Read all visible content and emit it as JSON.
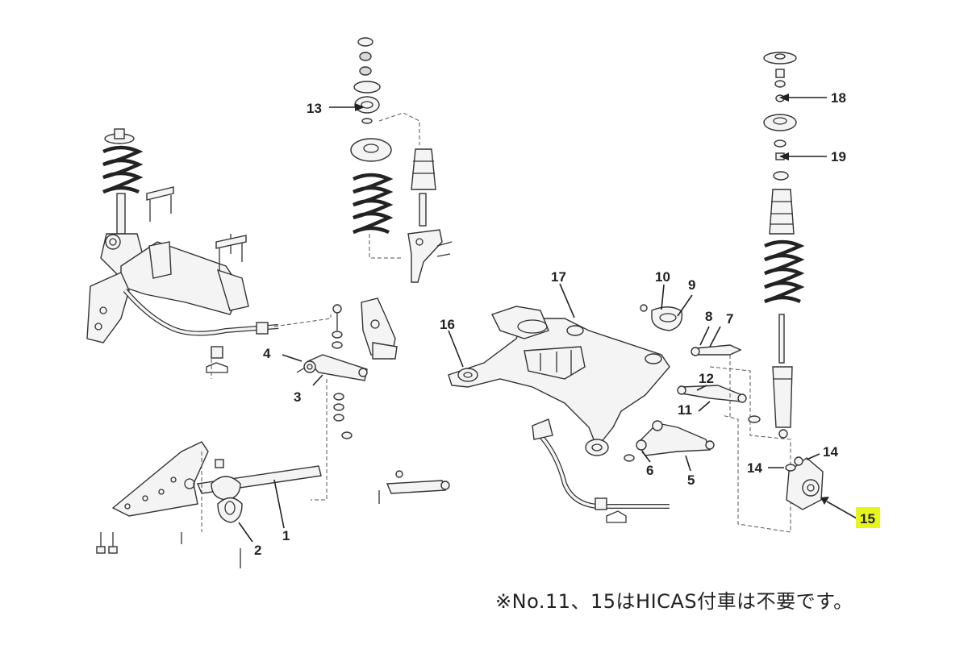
{
  "diagram": {
    "highlight_color": "#e6f51c",
    "callouts": [
      {
        "id": "1",
        "label": "1"
      },
      {
        "id": "2",
        "label": "2"
      },
      {
        "id": "3",
        "label": "3"
      },
      {
        "id": "4",
        "label": "4"
      },
      {
        "id": "5",
        "label": "5"
      },
      {
        "id": "6",
        "label": "6"
      },
      {
        "id": "7",
        "label": "7"
      },
      {
        "id": "8",
        "label": "8"
      },
      {
        "id": "9",
        "label": "9"
      },
      {
        "id": "10",
        "label": "10"
      },
      {
        "id": "11",
        "label": "11"
      },
      {
        "id": "12",
        "label": "12"
      },
      {
        "id": "13",
        "label": "13"
      },
      {
        "id": "14a",
        "label": "14"
      },
      {
        "id": "14b",
        "label": "14"
      },
      {
        "id": "15",
        "label": "15"
      },
      {
        "id": "16",
        "label": "16"
      },
      {
        "id": "17",
        "label": "17"
      },
      {
        "id": "18",
        "label": "18"
      },
      {
        "id": "19",
        "label": "19"
      }
    ],
    "footnote": "※No.11、15はHICAS付車は不要です。"
  }
}
